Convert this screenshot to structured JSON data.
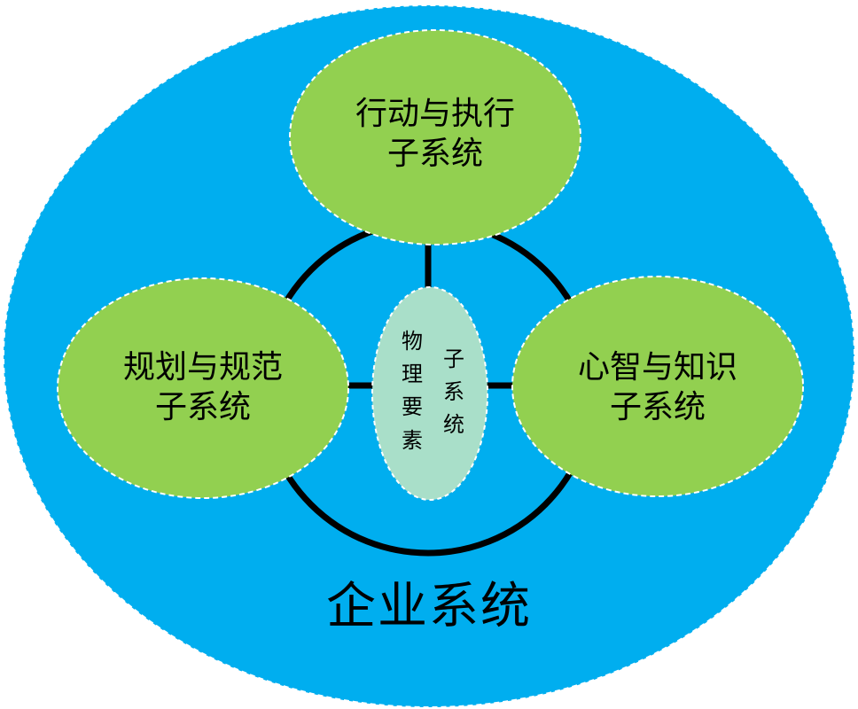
{
  "diagram": {
    "outer": {
      "label": "企业系统",
      "color": "#00aeef"
    },
    "ring": {
      "color": "#000000"
    },
    "nodes": {
      "top": {
        "line1": "行动与执行",
        "line2": "子系统",
        "color": "#92d050"
      },
      "left": {
        "line1": "规划与规范",
        "line2": "子系统",
        "color": "#92d050"
      },
      "right": {
        "line1": "心智与知识",
        "line2": "子系统",
        "color": "#92d050"
      }
    },
    "center": {
      "column1": "物理要素",
      "column2": "子系统",
      "color": "#a9dfc9"
    }
  }
}
